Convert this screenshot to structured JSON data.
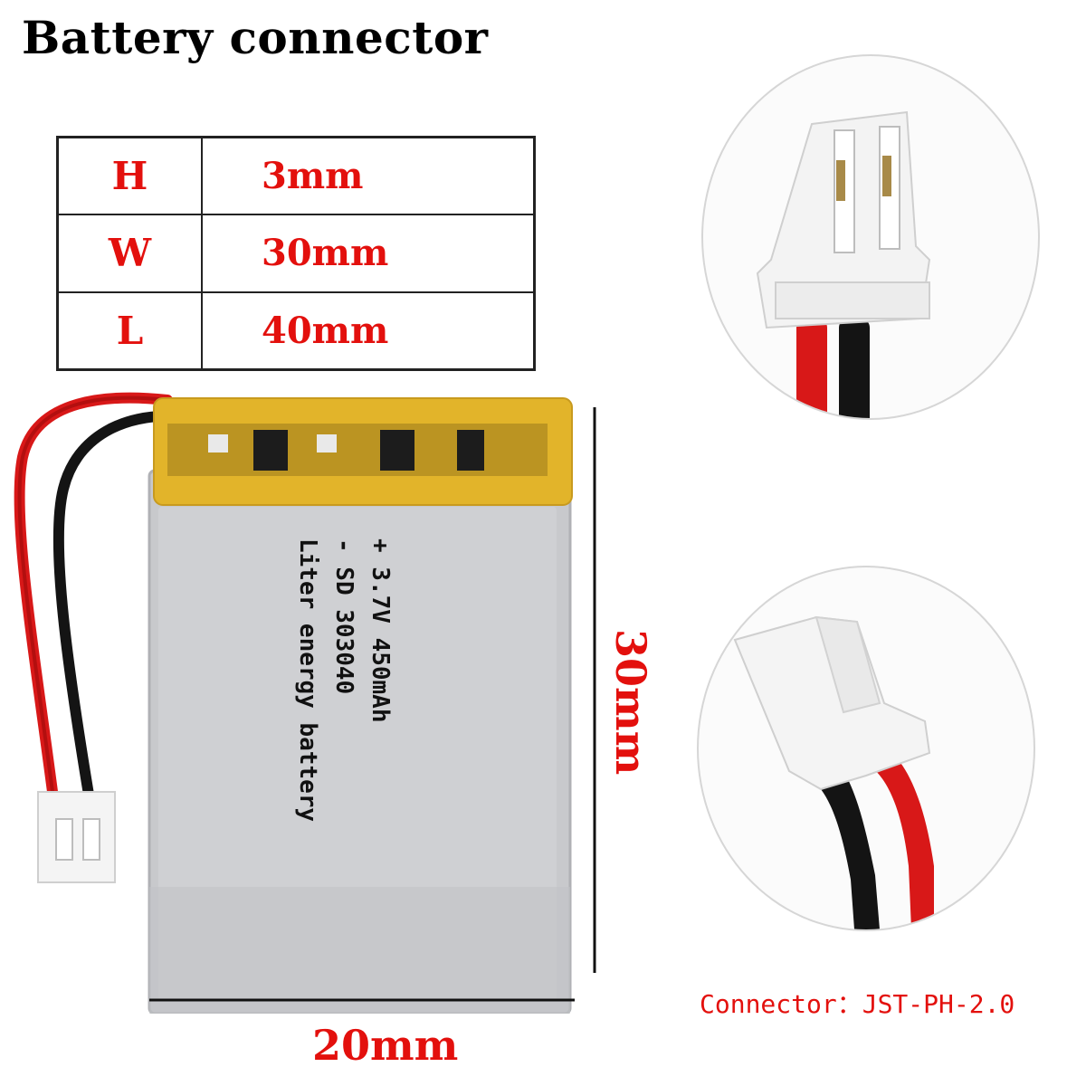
{
  "title": "Battery connector",
  "dimensions": [
    {
      "key": "H",
      "value": "3mm"
    },
    {
      "key": "W",
      "value": "30mm"
    },
    {
      "key": "L",
      "value": "40mm"
    }
  ],
  "battery_label": {
    "line1": "Liter energy battery",
    "line2": "- SD 303040",
    "line3": "+ 3.7V 450mAh"
  },
  "width_dimension": "20mm",
  "height_dimension": "30mm",
  "connector_text": "Connector：JST-PH-2.0",
  "colors": {
    "accent": "#e3100d",
    "tape": "#e2b42a",
    "cell": "#c9cacd",
    "wire_red": "#d81818",
    "wire_black": "#141414"
  }
}
